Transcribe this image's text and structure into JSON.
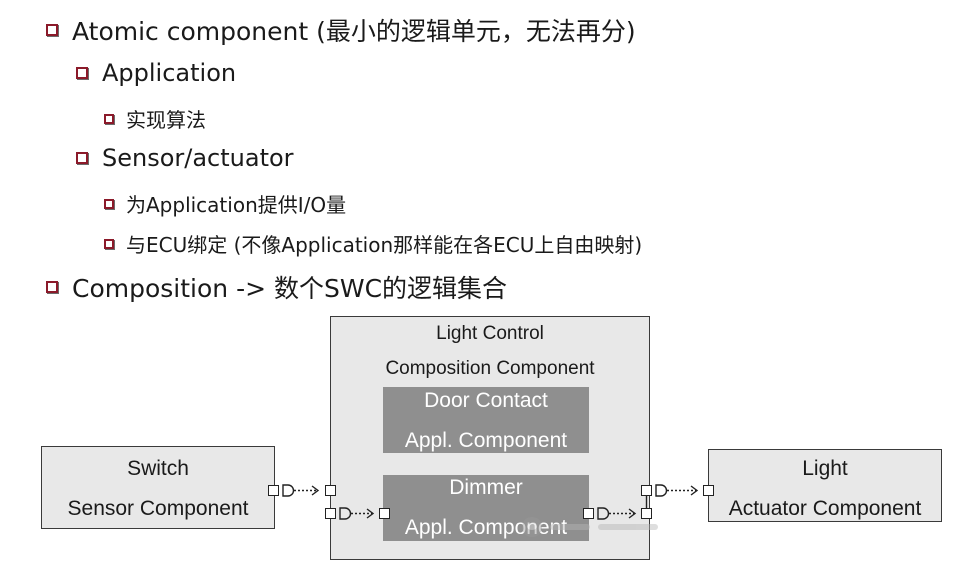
{
  "bullets": {
    "atomic": "Atomic component (最小的逻辑单元，无法再分)",
    "application": "Application",
    "app_detail": "实现算法",
    "sensor_actuator": "Sensor/actuator",
    "sa_detail1": "为Application提供I/O量",
    "sa_detail2": "与ECU绑定 (不像Application那样能在各ECU上自由映射)",
    "composition": "Composition -> 数个SWC的逻辑集合"
  },
  "diagram": {
    "switch_box": {
      "line1": "Switch",
      "line2": "Sensor Component"
    },
    "composition_box": {
      "line1": "Light Control",
      "line2": "Composition Component"
    },
    "door_contact": {
      "line1": "Door Contact",
      "line2": "Appl. Component"
    },
    "dimmer": {
      "line1": "Dimmer",
      "line2": "Appl. Component"
    },
    "light_box": {
      "line1": "Light",
      "line2": "Actuator Component"
    }
  },
  "colors": {
    "bullet_border": "#8b1a2a",
    "box_fill": "#e8e8e8",
    "inner_fill": "#8f8f8f"
  }
}
